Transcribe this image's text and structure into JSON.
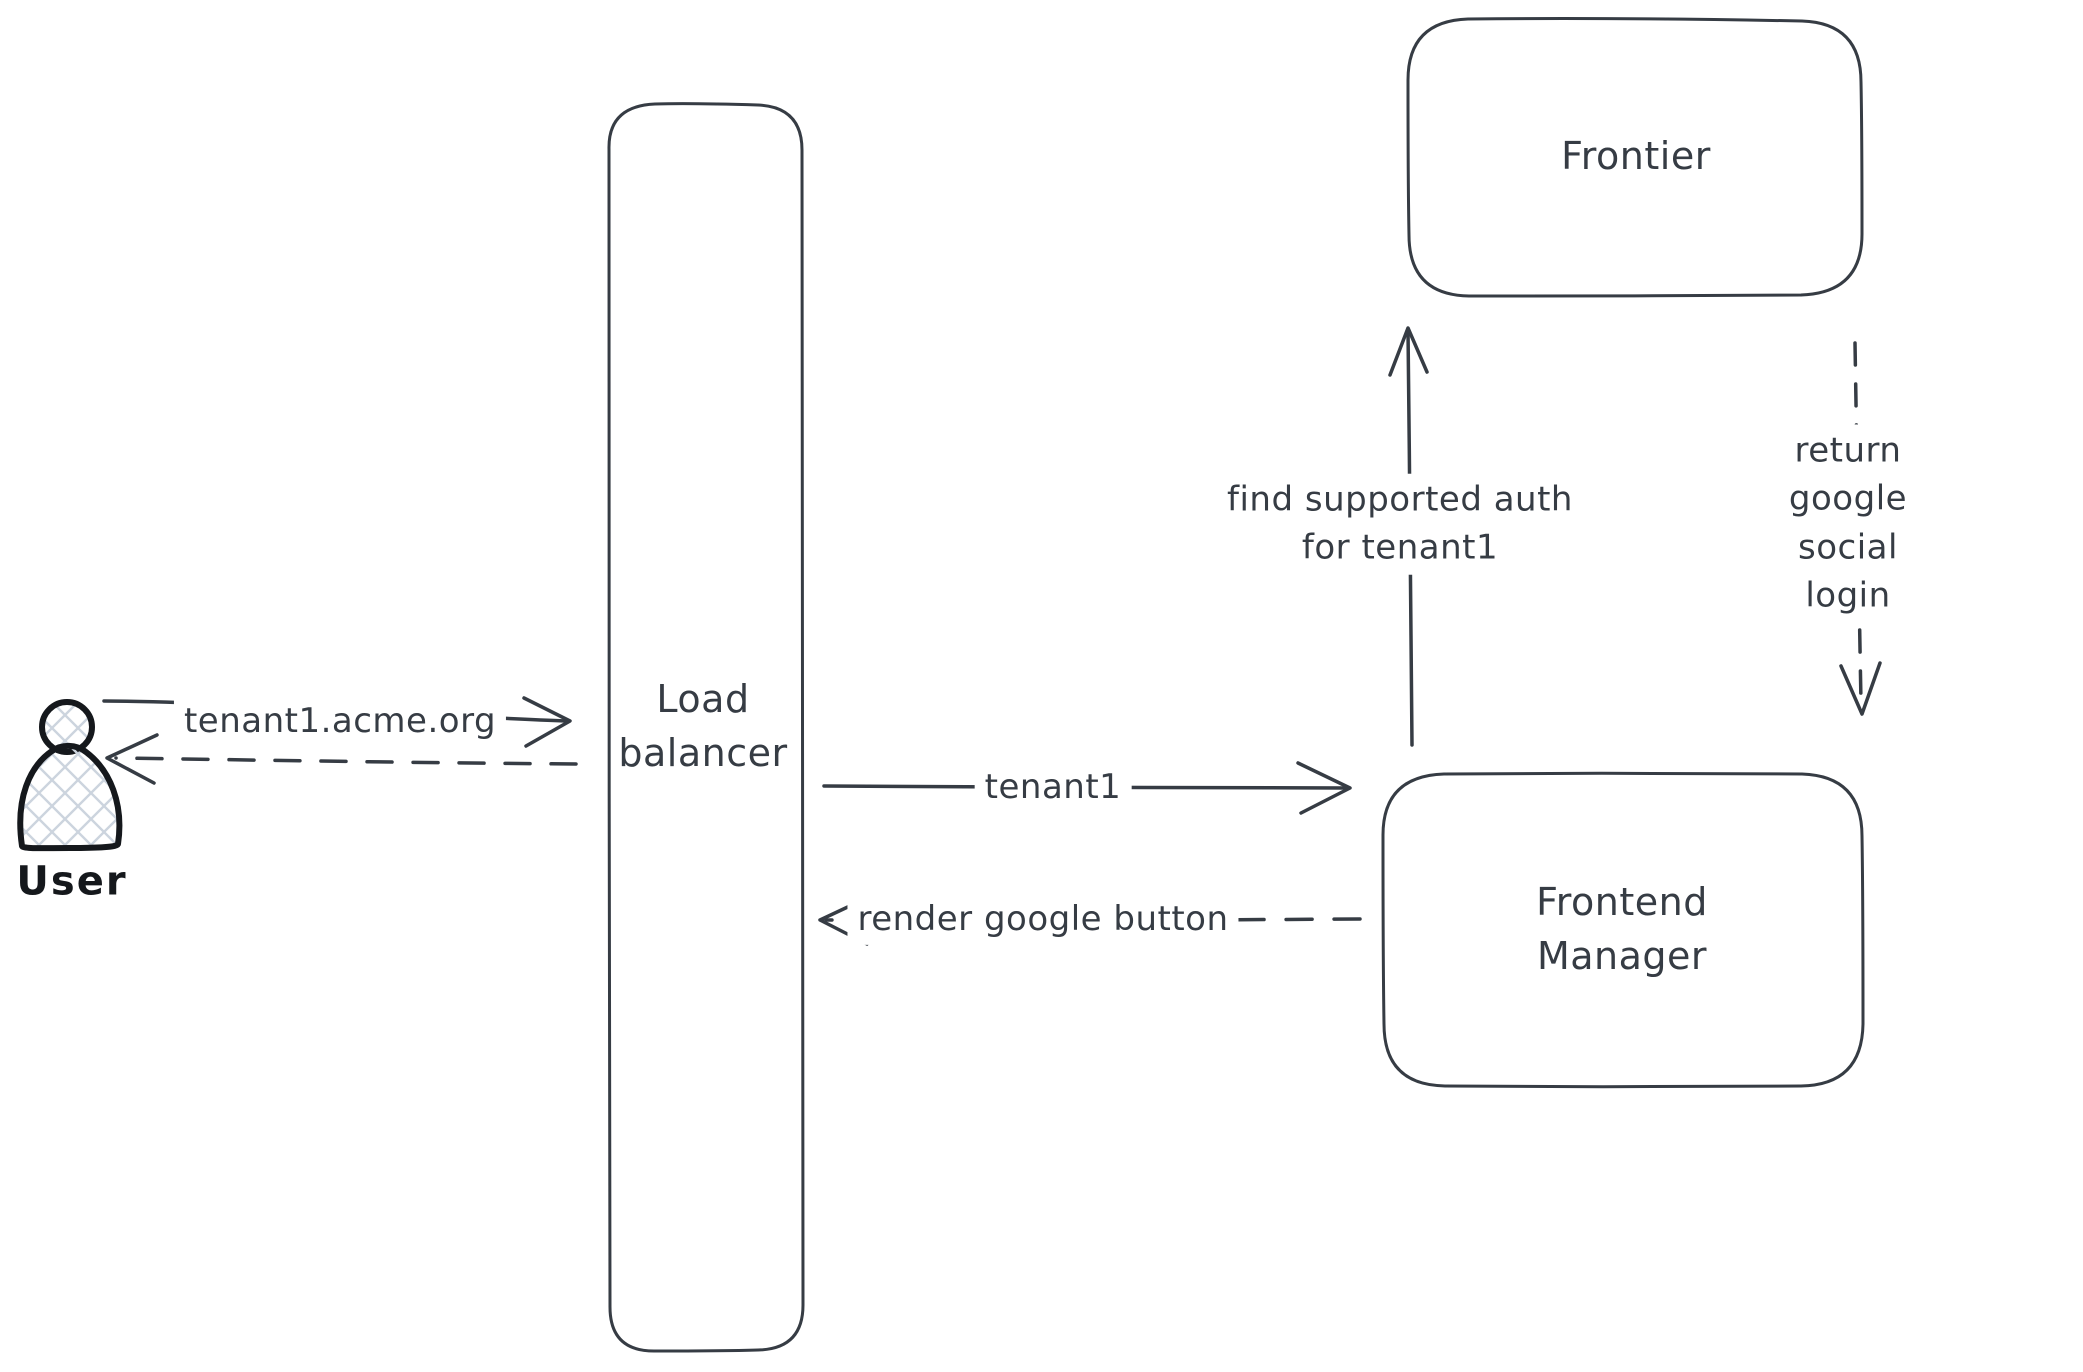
{
  "diagram": {
    "type": "sequence-architecture-sketch",
    "colors": {
      "background": "#ffffff",
      "stroke": "#363c44",
      "user_stroke": "#15181c",
      "hatch_fill": "#ccd4de"
    },
    "nodes": {
      "user": {
        "label": "User",
        "shape": "person"
      },
      "load_balancer": {
        "label": "Load\nbalancer",
        "shape": "rounded-rectangle"
      },
      "frontier": {
        "label": "Frontier",
        "shape": "rounded-rectangle"
      },
      "frontend_manager": {
        "label": "Frontend\nManager",
        "shape": "rounded-rectangle"
      }
    },
    "edges": [
      {
        "id": "request-domain",
        "label": "tenant1.acme.org",
        "from": "user",
        "to": "load_balancer",
        "style": "solid"
      },
      {
        "id": "response-to-user",
        "label": "",
        "from": "load_balancer",
        "to": "user",
        "style": "dashed"
      },
      {
        "id": "forward-tenant",
        "label": "tenant1",
        "from": "load_balancer",
        "to": "frontend_manager",
        "style": "solid"
      },
      {
        "id": "render-google-button",
        "label": "render google button",
        "from": "frontend_manager",
        "to": "load_balancer",
        "style": "dashed"
      },
      {
        "id": "find-supported-auth",
        "label": "find supported auth\nfor tenant1",
        "from": "frontend_manager",
        "to": "frontier",
        "style": "solid"
      },
      {
        "id": "return-google-social-login",
        "label": "return google social\nlogin",
        "from": "frontier",
        "to": "frontend_manager",
        "style": "dashed"
      }
    ]
  }
}
